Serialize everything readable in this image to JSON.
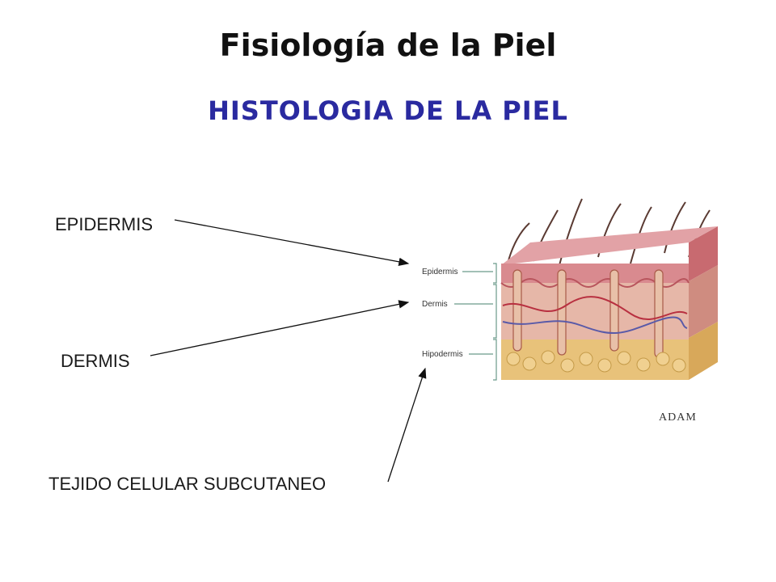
{
  "slide": {
    "title": "Fisiología de la Piel",
    "subtitle": "HISTOLOGIA DE LA PIEL"
  },
  "labels": {
    "epidermis": "EPIDERMIS",
    "dermis": "DERMIS",
    "subcutaneous": "TEJIDO CELULAR SUBCUTANEO"
  },
  "illustration": {
    "layer_epidermis": "Epidermis",
    "layer_dermis": "Dermis",
    "layer_hypodermis": "Hipodermis",
    "logo": "ADAM"
  },
  "colors": {
    "subtitle": "#2a2aa0",
    "epidermis": "#d98a8f",
    "dermis": "#e6b7a8",
    "hypodermis": "#e8c27a"
  }
}
